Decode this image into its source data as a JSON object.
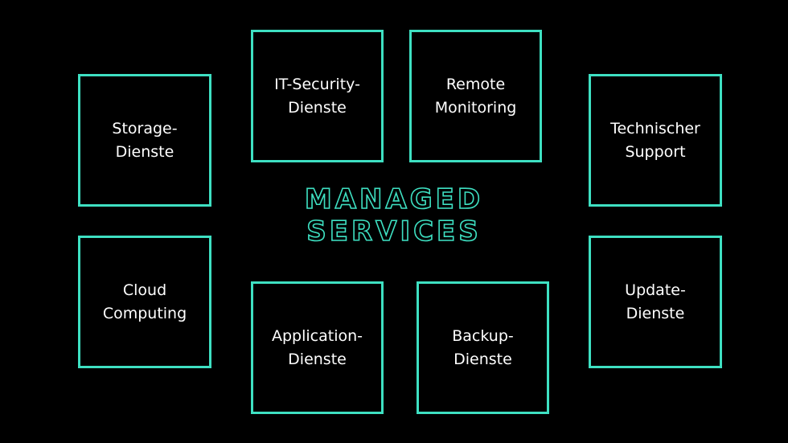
{
  "diagram": {
    "title_line_1": "MANAGED",
    "title_line_2": "SERVICES",
    "services": [
      "Storage-\nDienste",
      "IT-Security-\nDienste",
      "Remote\nMonitoring",
      "Technischer\nSupport",
      "Cloud\nComputing",
      "Application-\nDienste",
      "Backup-\nDienste",
      "Update-\nDienste"
    ]
  },
  "colors": {
    "background": "#000000",
    "accent": "#3ee0c2",
    "text": "#ffffff"
  }
}
